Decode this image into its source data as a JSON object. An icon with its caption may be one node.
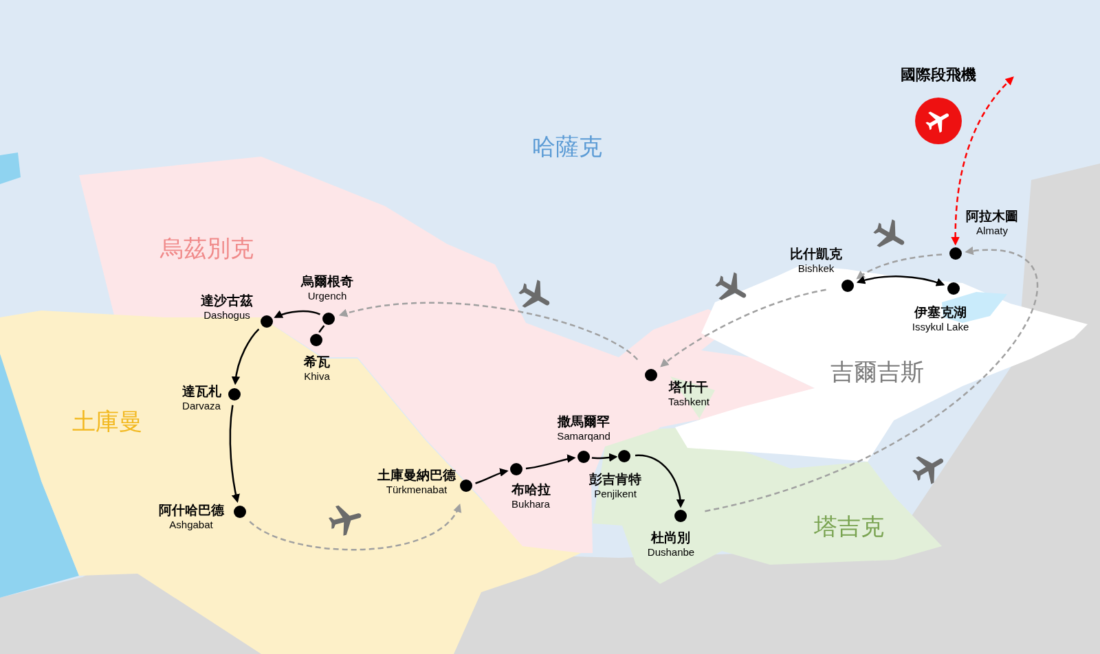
{
  "diagram": {
    "nodes": [
      {
        "text": [],
        "shape": "circle",
        "beside": [
          "烏爾根奇",
          "Urgench"
        ]
      },
      {
        "text": [],
        "shape": "circle",
        "beside": [
          "達沙古茲",
          "Dashogus"
        ]
      },
      {
        "text": [],
        "shape": "circle",
        "beside": [
          "希瓦",
          "Khiva"
        ]
      },
      {
        "text": [],
        "shape": "circle",
        "beside": [
          "達瓦札",
          "Darvaza"
        ]
      },
      {
        "text": [],
        "shape": "circle",
        "beside": [
          "阿什哈巴德",
          "Ashgabat"
        ]
      },
      {
        "text": [],
        "shape": "circle",
        "beside": [
          "土庫曼納巴德",
          "Türkmenabat"
        ]
      },
      {
        "text": [],
        "shape": "circle",
        "beside": [
          "布哈拉",
          "Bukhara"
        ]
      },
      {
        "text": [],
        "shape": "circle",
        "beside": [
          "撒馬爾罕",
          "Samarqand"
        ]
      },
      {
        "text": [],
        "shape": "circle",
        "beside": [
          "彭吉肯特",
          "Penjikent"
        ]
      },
      {
        "text": [],
        "shape": "circle",
        "beside": [
          "杜尚別",
          "Dushanbe"
        ]
      },
      {
        "text": [],
        "shape": "circle",
        "beside": [
          "塔什干",
          "Tashkent"
        ]
      },
      {
        "text": [],
        "shape": "circle",
        "beside": [
          "比什凱克",
          "Bishkek"
        ]
      },
      {
        "text": [],
        "shape": "circle",
        "beside": [
          "伊塞克湖",
          "Issykul Lake"
        ]
      },
      {
        "text": [],
        "shape": "circle",
        "beside": [
          "阿拉木圖",
          "Almaty"
        ]
      }
    ],
    "edges": [
      {
        "from": 0,
        "to": 1,
        "arrow": "to"
      },
      {
        "from": 2,
        "to": 0,
        "arrow": "none"
      },
      {
        "from": 1,
        "to": 3,
        "arrow": "to"
      },
      {
        "from": 3,
        "to": 4,
        "arrow": "to"
      },
      {
        "from": 4,
        "to": 5,
        "arrow": "to",
        "style": "dashed",
        "color": "#a0a0a0"
      },
      {
        "from": 5,
        "to": 6,
        "arrow": "to"
      },
      {
        "from": 6,
        "to": 7,
        "arrow": "to"
      },
      {
        "from": 7,
        "to": 8,
        "arrow": "to"
      },
      {
        "from": 8,
        "to": 9,
        "arrow": "to"
      },
      {
        "from": 9,
        "to": 13,
        "arrow": "to",
        "style": "dashed",
        "color": "#a0a0a0"
      },
      {
        "from": 13,
        "to": 11,
        "arrow": "to",
        "style": "dashed",
        "color": "#a0a0a0"
      },
      {
        "from": 11,
        "to": 12,
        "arrow": "both"
      },
      {
        "from": 11,
        "to": 10,
        "arrow": "to",
        "style": "dashed",
        "color": "#a0a0a0"
      },
      {
        "from": 10,
        "to": 0,
        "arrow": "to",
        "style": "dashed",
        "color": "#a0a0a0"
      },
      {
        "from": null,
        "to": 13,
        "arrow": "both",
        "style": "dashed",
        "color": "#ff0000"
      }
    ],
    "labels": [
      "國際段飛機",
      "哈薩克",
      "烏茲別克",
      "吉爾吉斯",
      "土庫曼",
      "塔吉克"
    ]
  }
}
